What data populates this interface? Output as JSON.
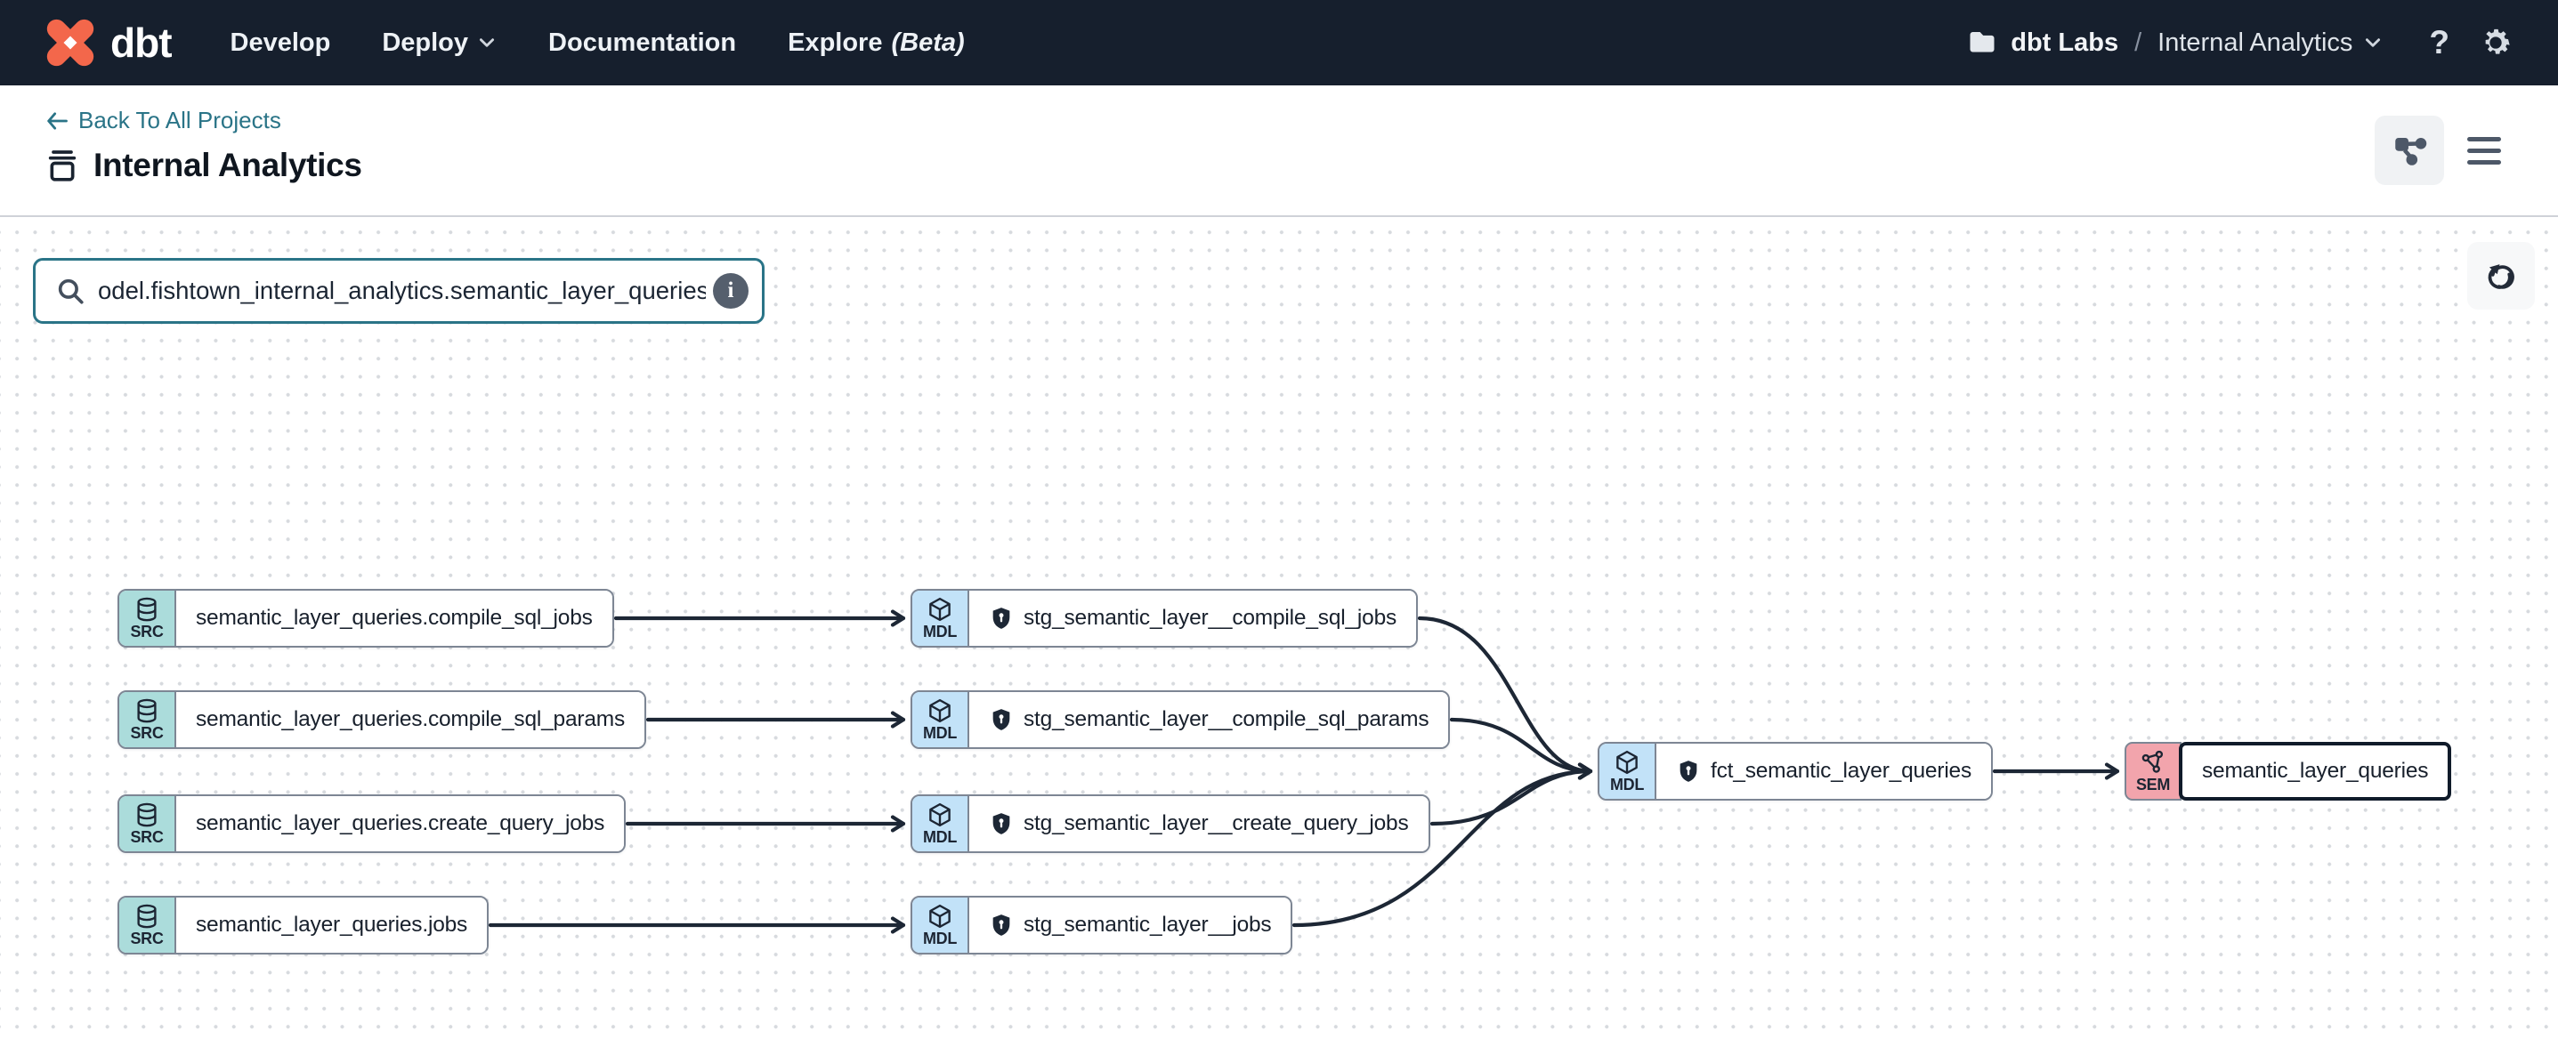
{
  "navbar": {
    "brand": "dbt",
    "menu": [
      {
        "label": "Develop",
        "caret": false
      },
      {
        "label": "Deploy",
        "caret": true
      },
      {
        "label": "Documentation",
        "caret": false
      },
      {
        "label": "Explore",
        "suffix": "(Beta)",
        "caret": false
      }
    ],
    "account": {
      "org": "dbt Labs",
      "separator": "/",
      "project": "Internal Analytics"
    },
    "help_glyph": "?"
  },
  "header": {
    "back_link": "Back To All Projects",
    "title": "Internal Analytics"
  },
  "canvas": {
    "search_value": "odel.fishtown_internal_analytics.semantic_layer_queries",
    "info_glyph": "i"
  },
  "graph": {
    "nodes": [
      {
        "id": "src_compile_sql_jobs",
        "kind": "source",
        "badge": "SRC",
        "shield": false,
        "selected": false,
        "label": "semantic_layer_queries.compile_sql_jobs"
      },
      {
        "id": "src_compile_sql_params",
        "kind": "source",
        "badge": "SRC",
        "shield": false,
        "selected": false,
        "label": "semantic_layer_queries.compile_sql_params"
      },
      {
        "id": "src_create_query_jobs",
        "kind": "source",
        "badge": "SRC",
        "shield": false,
        "selected": false,
        "label": "semantic_layer_queries.create_query_jobs"
      },
      {
        "id": "src_jobs",
        "kind": "source",
        "badge": "SRC",
        "shield": false,
        "selected": false,
        "label": "semantic_layer_queries.jobs"
      },
      {
        "id": "stg_compile_sql_jobs",
        "kind": "model",
        "badge": "MDL",
        "shield": true,
        "selected": false,
        "label": "stg_semantic_layer__compile_sql_jobs"
      },
      {
        "id": "stg_compile_sql_params",
        "kind": "model",
        "badge": "MDL",
        "shield": true,
        "selected": false,
        "label": "stg_semantic_layer__compile_sql_params"
      },
      {
        "id": "stg_create_query_jobs",
        "kind": "model",
        "badge": "MDL",
        "shield": true,
        "selected": false,
        "label": "stg_semantic_layer__create_query_jobs"
      },
      {
        "id": "stg_jobs",
        "kind": "model",
        "badge": "MDL",
        "shield": true,
        "selected": false,
        "label": "stg_semantic_layer__jobs"
      },
      {
        "id": "fct_semantic_layer_queries",
        "kind": "model",
        "badge": "MDL",
        "shield": true,
        "selected": false,
        "label": "fct_semantic_layer_queries"
      },
      {
        "id": "semantic_layer_queries",
        "kind": "semantic",
        "badge": "SEM",
        "shield": false,
        "selected": true,
        "label": "semantic_layer_queries"
      }
    ],
    "edges": [
      {
        "from": "src_compile_sql_jobs",
        "to": "stg_compile_sql_jobs"
      },
      {
        "from": "src_compile_sql_params",
        "to": "stg_compile_sql_params"
      },
      {
        "from": "src_create_query_jobs",
        "to": "stg_create_query_jobs"
      },
      {
        "from": "src_jobs",
        "to": "stg_jobs"
      },
      {
        "from": "stg_compile_sql_jobs",
        "to": "fct_semantic_layer_queries"
      },
      {
        "from": "stg_compile_sql_params",
        "to": "fct_semantic_layer_queries"
      },
      {
        "from": "stg_create_query_jobs",
        "to": "fct_semantic_layer_queries"
      },
      {
        "from": "stg_jobs",
        "to": "fct_semantic_layer_queries"
      },
      {
        "from": "fct_semantic_layer_queries",
        "to": "semantic_layer_queries"
      }
    ]
  },
  "colors": {
    "navbar_bg": "#161f2d",
    "brand_orange": "#f3674b",
    "accent_teal": "#2a7487",
    "source_badge": "#abdcdb",
    "model_badge": "#c2e2f8",
    "semantic_badge": "#f2a4ac",
    "node_border": "#7d8694",
    "edge": "#1d2735"
  }
}
